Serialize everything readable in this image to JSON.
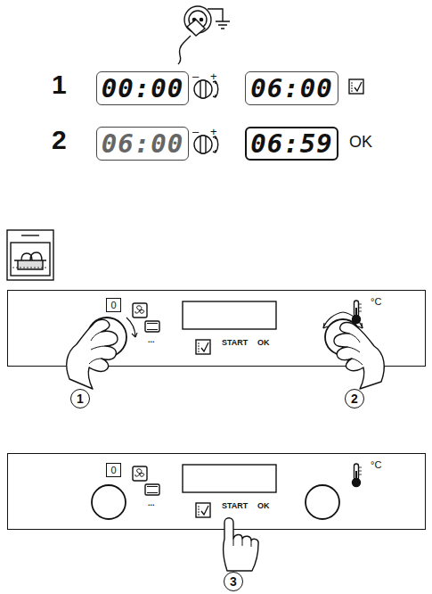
{
  "diagram": {
    "nodes": [
      {
        "text": [
          "00:00"
        ]
      },
      {
        "text": [
          "06:00"
        ]
      },
      {
        "text": [
          "06:00"
        ]
      },
      {
        "text": [
          "06:59"
        ]
      },
      {
        "text": [
          "...",
          "START",
          "OK",
          "°C"
        ]
      },
      {
        "text": [
          "0"
        ],
        "in": 4
      },
      {
        "text": [
          "1"
        ]
      },
      {
        "text": [
          "2"
        ]
      },
      {
        "text": [
          "...",
          "START",
          "OK",
          "°C"
        ]
      },
      {
        "text": [
          "0"
        ],
        "in": 8
      },
      {
        "text": [
          "3"
        ]
      }
    ],
    "labels": [
      "1",
      "–",
      "+",
      "2",
      "–",
      "+",
      "OK"
    ]
  }
}
